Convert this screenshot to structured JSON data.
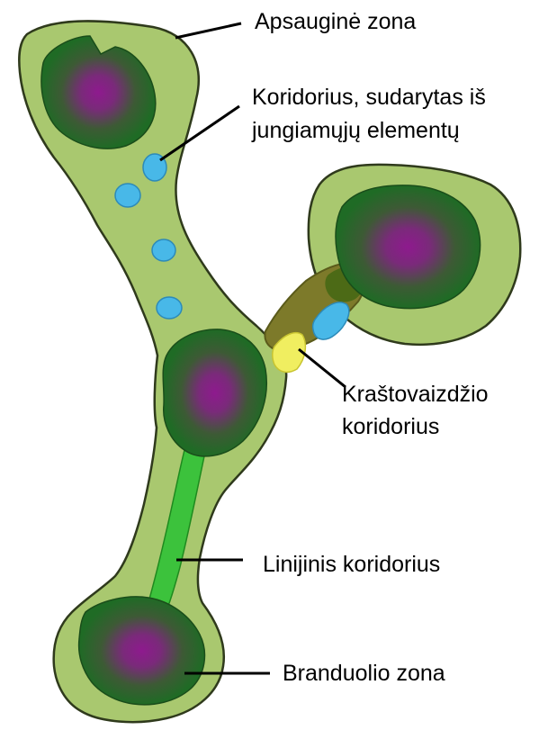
{
  "labels": {
    "buffer_zone": "Apsauginė zona",
    "stepping_stone_corridor_line1": "Koridorius, sudarytas iš",
    "stepping_stone_corridor_line2": "jungiamųjų elementų",
    "landscape_corridor_line1": "Kraštovaizdžio",
    "landscape_corridor_line2": "koridorius",
    "linear_corridor": "Linijinis koridorius",
    "core_zone": "Branduolio zona"
  },
  "colors": {
    "buffer": "#a9c86f",
    "core_outer": "#2a7a2a",
    "core_inner": "#7a2a7a",
    "core_center": "#8e1a8e",
    "stepping_stone": "#48b8e8",
    "linear_corridor": "#3cc23c",
    "landscape_olive": "#7d7a2a",
    "landscape_dark": "#4c6a16",
    "landscape_yellow": "#f0ee60",
    "outline": "#2f3a1c",
    "leader_line": "#000000"
  }
}
